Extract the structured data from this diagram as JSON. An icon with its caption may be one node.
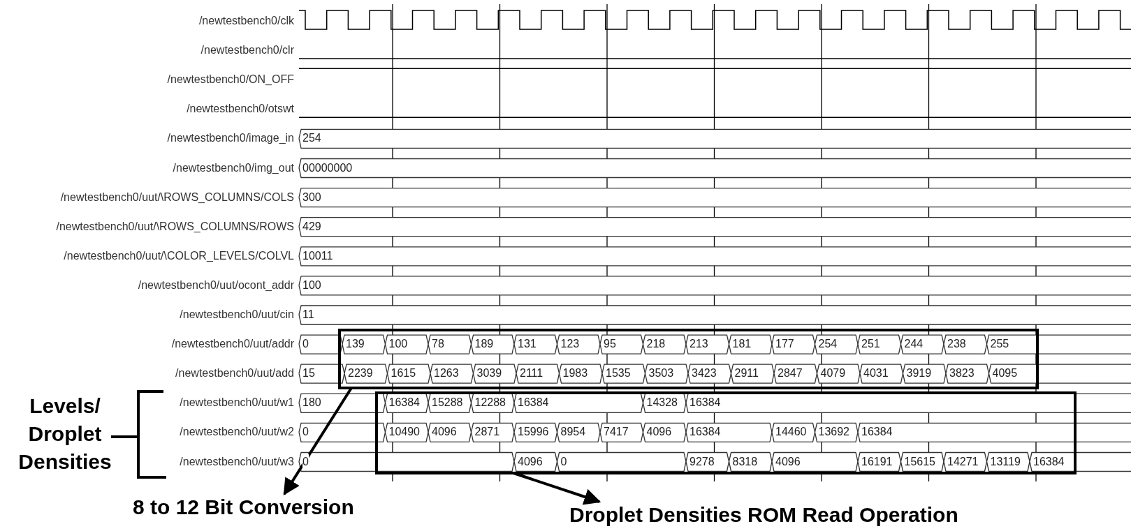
{
  "diagram": {
    "nodes": [
      {
        "text": [],
        "shape": "box"
      },
      {
        "text": [],
        "shape": "box"
      },
      {
        "text": [
          "8 to 12 Bit Conversion"
        ]
      },
      {
        "text": [
          "Droplet Densities ROM Read Operation"
        ]
      }
    ],
    "edges": [
      {
        "from": 0,
        "to": 2,
        "arrow": "to"
      },
      {
        "from": 1,
        "to": 3,
        "arrow": "to"
      }
    ],
    "labels": [
      "/newtestbench0/clk",
      "/newtestbench0/clr",
      "/newtestbench0/ON_OFF",
      "/newtestbench0/otswt",
      "/newtestbench0/image_in",
      "254",
      "/newtestbench0/img_out",
      "00000000",
      "/newtestbench0/uut/\\ROWS_COLUMNS/COLS",
      "300",
      "/newtestbench0/uut/\\ROWS_COLUMNS/ROWS",
      "429",
      "/newtestbench0/uut/\\COLOR_LEVELS/COLVL",
      "10011",
      "/newtestbench0/uut/ocont_addr",
      "100",
      "/newtestbench0/uut/cin",
      "11",
      "/newtestbench0/uut/addr",
      "0",
      "139",
      "100",
      "78",
      "189",
      "131",
      "123",
      "95",
      "218",
      "213",
      "181",
      "177",
      "254",
      "251",
      "244",
      "238",
      "255",
      "/newtestbench0/uut/add",
      "15",
      "2239",
      "1615",
      "1263",
      "3039",
      "2111",
      "1983",
      "1535",
      "3503",
      "3423",
      "2911",
      "2847",
      "4079",
      "4031",
      "3919",
      "3823",
      "4095",
      "Levels/ Droplet Densities",
      "/newtestbench0/uut/w1",
      "180",
      "16384",
      "15288",
      "12288",
      "16384",
      "14328",
      "16384",
      "/newtestbench0/uut/w2",
      "0",
      "10490",
      "4096",
      "2871",
      "15996",
      "8954",
      "7417",
      "4096",
      "16384",
      "14460",
      "13692",
      "16384",
      "/newtestbench0/uut/w3",
      "0",
      "4096",
      "0",
      "9278",
      "8318",
      "4096",
      "16191",
      "15615",
      "14271",
      "13119",
      "16384"
    ]
  }
}
